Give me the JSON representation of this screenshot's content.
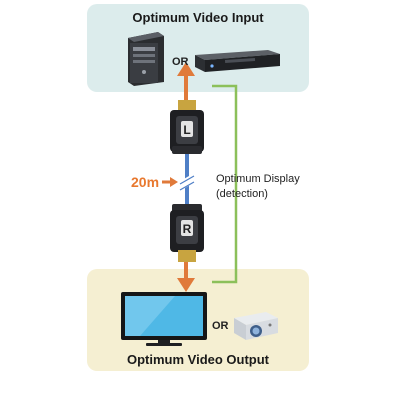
{
  "input_panel": {
    "title": "Optimum Video Input",
    "or_label": "OR"
  },
  "output_panel": {
    "title": "Optimum Video Output",
    "or_label": "OR"
  },
  "cable": {
    "distance_label": "20m",
    "transmitter_letter": "L",
    "receiver_letter": "R"
  },
  "detection": {
    "line1": "Optimum Display",
    "line2": "(detection)"
  },
  "colors": {
    "input_panel_bg": "#dcecec",
    "output_panel_bg": "#f5efd2",
    "arrow_orange": "#e07a3a",
    "cable_blue": "#4f7fc6",
    "detection_line_green": "#8cc05a"
  },
  "icons": [
    "desktop-tower-icon",
    "dvd-player-icon",
    "flat-screen-monitor-icon",
    "projector-icon",
    "transmitter-module-icon",
    "receiver-module-icon"
  ]
}
